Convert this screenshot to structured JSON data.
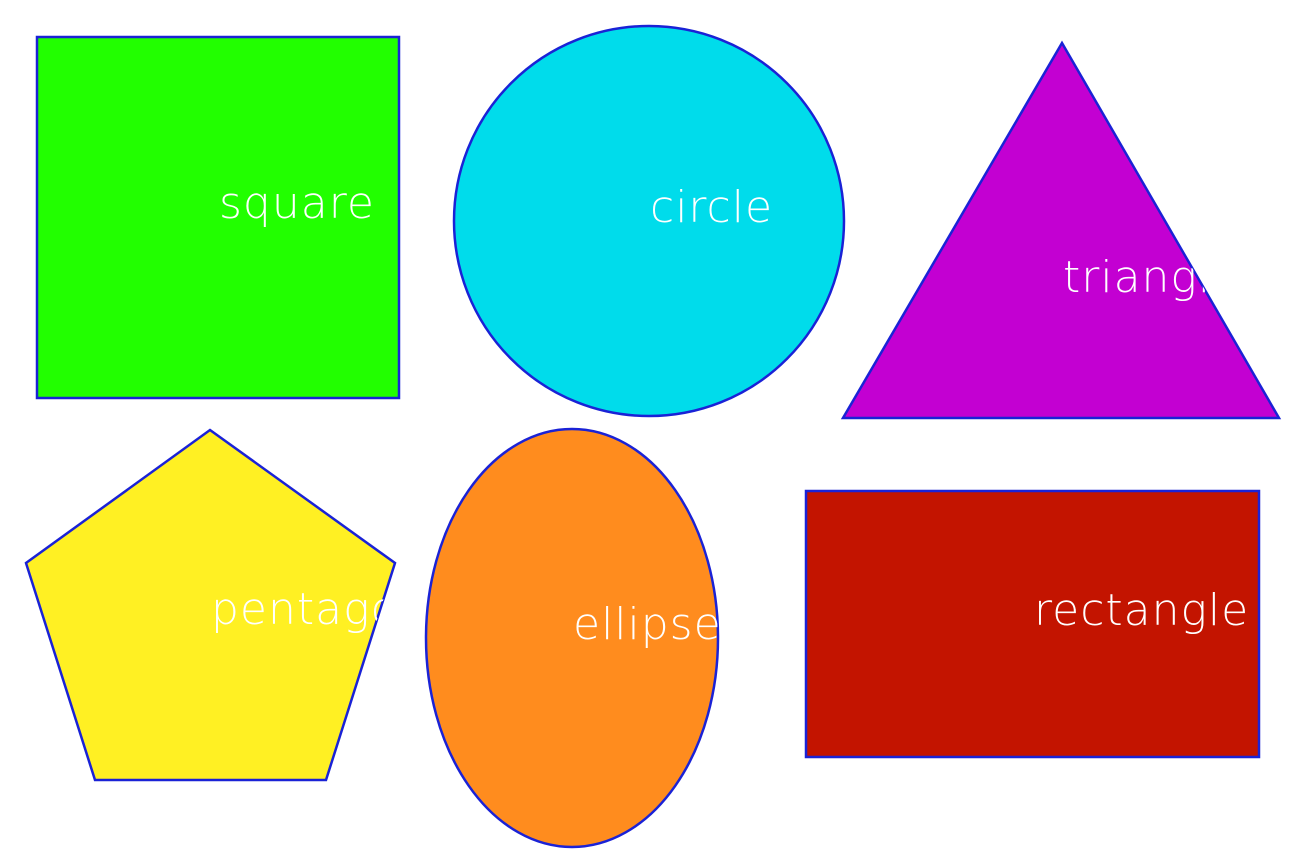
{
  "outline_color": "#1a22d6",
  "label_color": "#ffffff",
  "shapes": [
    {
      "name": "square",
      "label": "square",
      "fill": "#22ff00"
    },
    {
      "name": "circle",
      "label": "circle",
      "fill": "#00dceb"
    },
    {
      "name": "triangle",
      "label": "triangle",
      "fill": "#c300d2"
    },
    {
      "name": "pentagon",
      "label": "pentagon",
      "fill": "#fff023"
    },
    {
      "name": "ellipse",
      "label": "ellipse",
      "fill": "#ff8c1e"
    },
    {
      "name": "rectangle",
      "label": "rectangle",
      "fill": "#c31400"
    }
  ]
}
